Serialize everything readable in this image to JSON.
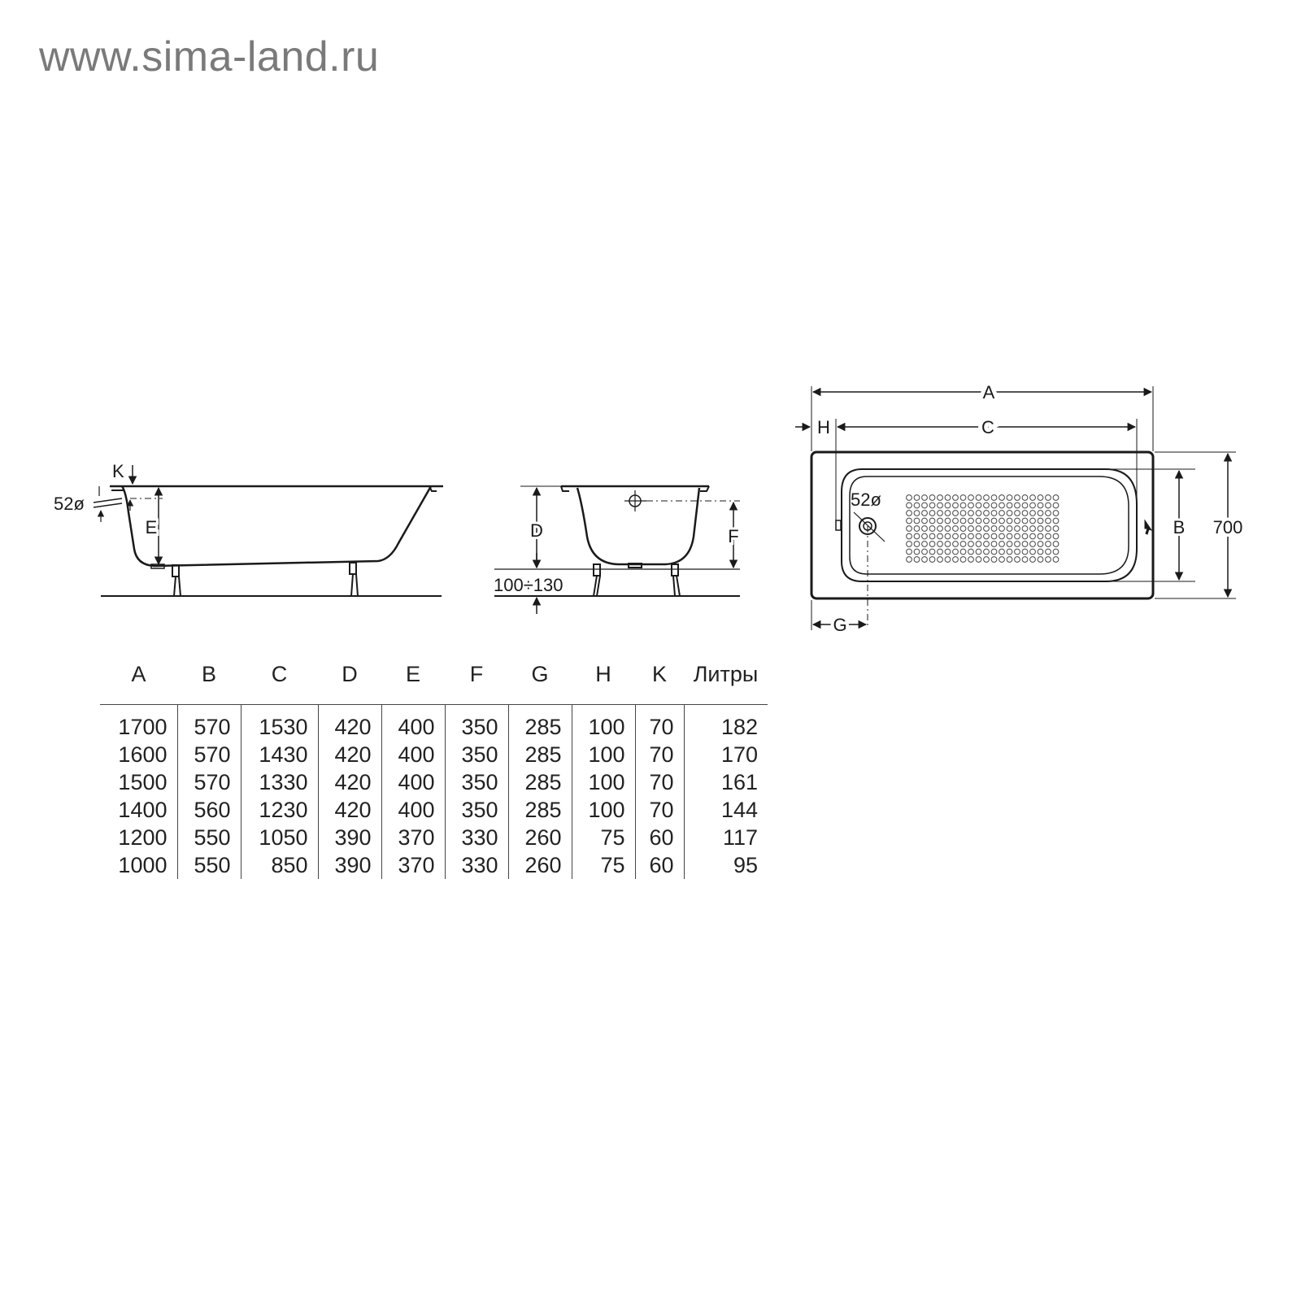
{
  "watermark": "www.sima-land.ru",
  "side_view": {
    "label_k": "K",
    "label_drain": "52ø",
    "label_e": "E"
  },
  "end_view": {
    "label_d": "D",
    "label_f": "F",
    "label_legs": "100÷130"
  },
  "top_view": {
    "label_a": "A",
    "label_h": "H",
    "label_c": "C",
    "label_drain": "52ø",
    "label_b": "B",
    "label_width": "700",
    "label_g": "G"
  },
  "dimensions_table": {
    "columns": [
      "A",
      "B",
      "C",
      "D",
      "E",
      "F",
      "G",
      "H",
      "K",
      "Литры"
    ],
    "rows": [
      [
        "1700",
        "570",
        "1530",
        "420",
        "400",
        "350",
        "285",
        "100",
        "70",
        "182"
      ],
      [
        "1600",
        "570",
        "1430",
        "420",
        "400",
        "350",
        "285",
        "100",
        "70",
        "170"
      ],
      [
        "1500",
        "570",
        "1330",
        "420",
        "400",
        "350",
        "285",
        "100",
        "70",
        "161"
      ],
      [
        "1400",
        "560",
        "1230",
        "420",
        "400",
        "350",
        "285",
        "100",
        "70",
        "144"
      ],
      [
        "1200",
        "550",
        "1050",
        "390",
        "370",
        "330",
        "260",
        "75",
        "60",
        "117"
      ],
      [
        "1000",
        "550",
        "850",
        "390",
        "370",
        "330",
        "260",
        "75",
        "60",
        "95"
      ]
    ]
  }
}
